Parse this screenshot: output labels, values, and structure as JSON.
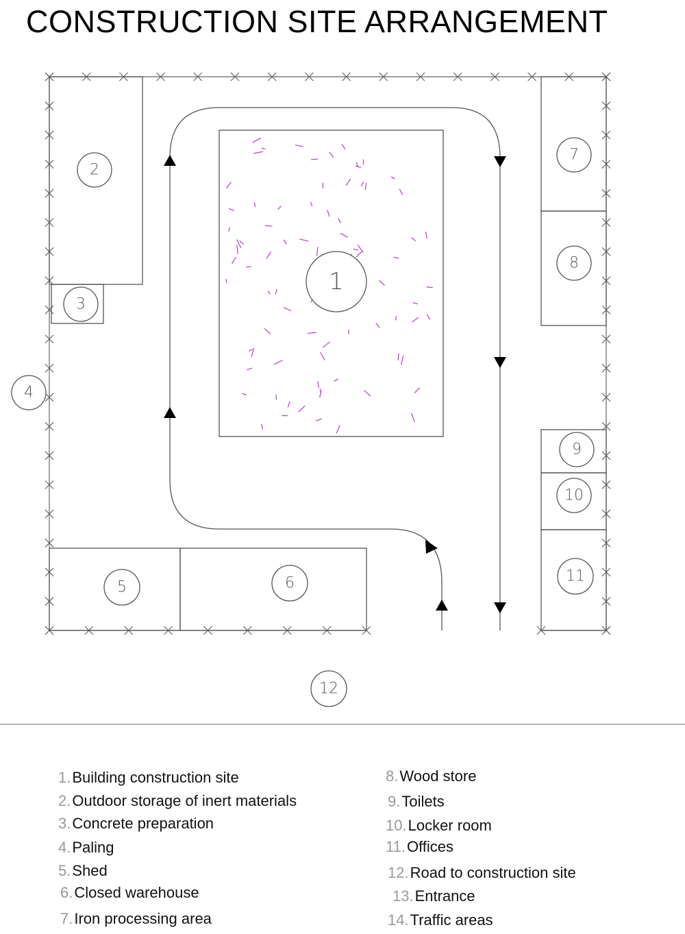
{
  "title": "CONSTRUCTION SITE ARRANGEMENT",
  "zones": [
    "1",
    "2",
    "3",
    "4",
    "5",
    "6",
    "7",
    "8",
    "9",
    "10",
    "11",
    "12"
  ],
  "legend": [
    {
      "num": "1.",
      "label": "Building construction site"
    },
    {
      "num": "2.",
      "label": "Outdoor storage of inert materials"
    },
    {
      "num": "3.",
      "label": "Concrete preparation"
    },
    {
      "num": "4.",
      "label": "Paling"
    },
    {
      "num": "5.",
      "label": "Shed"
    },
    {
      "num": "6.",
      "label": "Closed warehouse"
    },
    {
      "num": "7.",
      "label": "Iron processing area"
    },
    {
      "num": "8.",
      "label": "Wood store"
    },
    {
      "num": "9.",
      "label": "Toilets"
    },
    {
      "num": "10.",
      "label": "Locker room"
    },
    {
      "num": "11.",
      "label": "Offices"
    },
    {
      "num": "12.",
      "label": "Road to construction site"
    },
    {
      "num": "13.",
      "label": "Entrance"
    },
    {
      "num": "14.",
      "label": "Traffic areas"
    }
  ],
  "colors": {
    "line": "#555555",
    "hatch": "#b040c0"
  }
}
